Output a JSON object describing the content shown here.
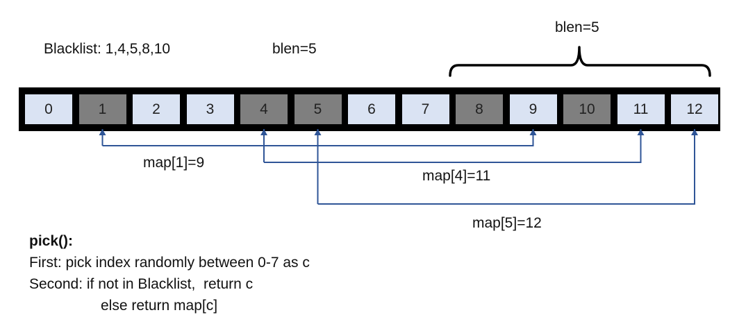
{
  "blacklist_label": "Blacklist: 1,4,5,8,10",
  "blen_label": "blen=5",
  "blen_brace_label": "blen=5",
  "cells": [
    {
      "value": "0",
      "blacklisted": false
    },
    {
      "value": "1",
      "blacklisted": true
    },
    {
      "value": "2",
      "blacklisted": false
    },
    {
      "value": "3",
      "blacklisted": false
    },
    {
      "value": "4",
      "blacklisted": true
    },
    {
      "value": "5",
      "blacklisted": true
    },
    {
      "value": "6",
      "blacklisted": false
    },
    {
      "value": "7",
      "blacklisted": false
    },
    {
      "value": "8",
      "blacklisted": true
    },
    {
      "value": "9",
      "blacklisted": false
    },
    {
      "value": "10",
      "blacklisted": true
    },
    {
      "value": "11",
      "blacklisted": false
    },
    {
      "value": "12",
      "blacklisted": false
    }
  ],
  "mappings": [
    {
      "from": 1,
      "to": 9,
      "label": "map[1]=9"
    },
    {
      "from": 4,
      "to": 11,
      "label": "map[4]=11"
    },
    {
      "from": 5,
      "to": 12,
      "label": "map[5]=12"
    }
  ],
  "pseudocode": {
    "title": "pick():",
    "line1": "First: pick index randomly between 0-7 as c",
    "line2": "Second: if not in Blacklist,  return c",
    "line3": "else return map[c]"
  },
  "colors": {
    "allowed_cell": "#dae3f3",
    "blacklisted_cell": "#7f7f7f",
    "array_border": "#000000",
    "arrow": "#2f5597"
  }
}
